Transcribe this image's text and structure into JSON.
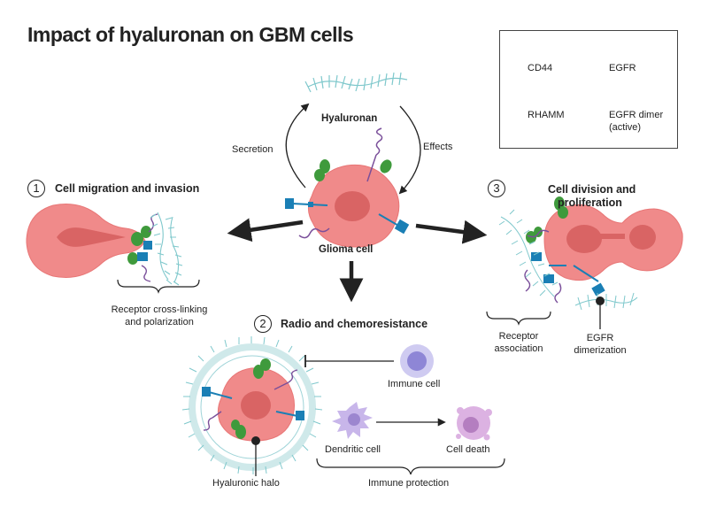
{
  "title": "Impact of hyaluronan on GBM cells",
  "legend": {
    "cd44": "CD44",
    "egfr": "EGFR",
    "rhamm": "RHAMM",
    "egfr_dimer": "EGFR dimer",
    "egfr_dimer_note": "(active)"
  },
  "center": {
    "hyaluronan": "Hyaluronan",
    "secretion": "Secretion",
    "effects": "Effects",
    "glioma_cell": "Glioma cell"
  },
  "section1": {
    "number": "1",
    "title": "Cell migration and invasion",
    "caption_line1": "Receptor cross-linking",
    "caption_line2": "and polarization"
  },
  "section2": {
    "number": "2",
    "title": "Radio and chemoresistance",
    "immune_cell": "Immune  cell",
    "dendritic_cell": "Dendritic cell",
    "cell_death": "Cell death",
    "hyaluronic_halo": "Hyaluronic halo",
    "immune_protection": "Immune protection"
  },
  "section3": {
    "number": "3",
    "title_line1": "Cell division and",
    "title_line2": "proliferation",
    "receptor_line1": "Receptor",
    "receptor_line2": "association",
    "egfr_line1": "EGFR",
    "egfr_line2": "dimerization"
  },
  "colors": {
    "cell_fill": "#f08a8a",
    "nucleus": "#d96464",
    "hyaluronan": "#7fc8cc",
    "cd44": "#7a4f9a",
    "egfr": "#1a7fb5",
    "rhamm": "#3f9a3c",
    "immune_cell": "#b6b2e6",
    "dendritic_cell": "#c8b6ea",
    "dead_cell": "#d4a4dc"
  }
}
